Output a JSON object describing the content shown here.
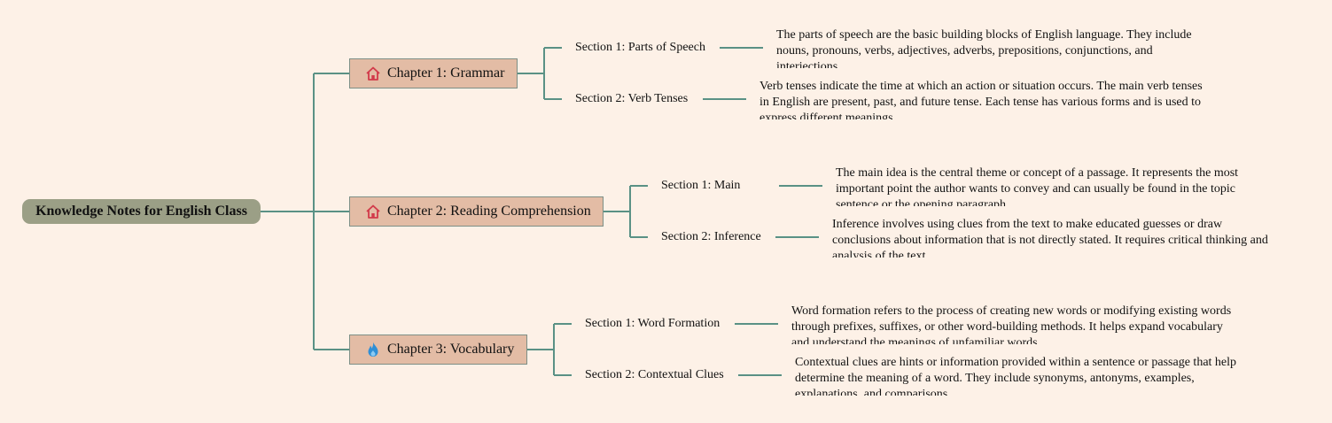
{
  "root": {
    "title": "Knowledge Notes for English Class"
  },
  "colors": {
    "background": "#fdf1e7",
    "root_fill": "#9b9f86",
    "chapter_fill": "#e3bca5",
    "connector": "#5a9185"
  },
  "chapters": [
    {
      "title": "Chapter 1: Grammar",
      "icon": "home-icon",
      "sections": [
        {
          "title": "Section 1: Parts of Speech",
          "desc": "The parts of speech are the basic building blocks of English language. They include nouns, pronouns, verbs, adjectives, adverbs, prepositions, conjunctions, and interjections."
        },
        {
          "title": "Section 2: Verb Tenses",
          "desc": "Verb tenses indicate the time at which an action or situation occurs. The main verb tenses in English are present, past, and future tense. Each tense has various forms and is used to express different meanings."
        }
      ]
    },
    {
      "title": "Chapter 2: Reading Comprehension",
      "icon": "home-icon",
      "sections": [
        {
          "title": "Section 1: Main",
          "desc": "The main idea is the central theme or concept of a passage. It represents the most important point the author wants to convey and can usually be found in the topic sentence or the opening paragraph."
        },
        {
          "title": "Section 2: Inference",
          "desc": "Inference involves using clues from the text to make educated guesses or draw conclusions about information that is not directly stated. It requires critical thinking and analysis of the text."
        }
      ]
    },
    {
      "title": "Chapter 3: Vocabulary",
      "icon": "flame-icon",
      "sections": [
        {
          "title": "Section 1: Word Formation",
          "desc": "Word formation refers to the process of creating new words or modifying existing words through prefixes, suffixes, or other word-building methods. It helps expand vocabulary and understand the meanings of unfamiliar words."
        },
        {
          "title": "Section 2: Contextual Clues",
          "desc": "Contextual clues are hints or information provided within a sentence or passage that help determine the meaning of a word. They include synonyms, antonyms, examples, explanations, and comparisons."
        }
      ]
    }
  ]
}
